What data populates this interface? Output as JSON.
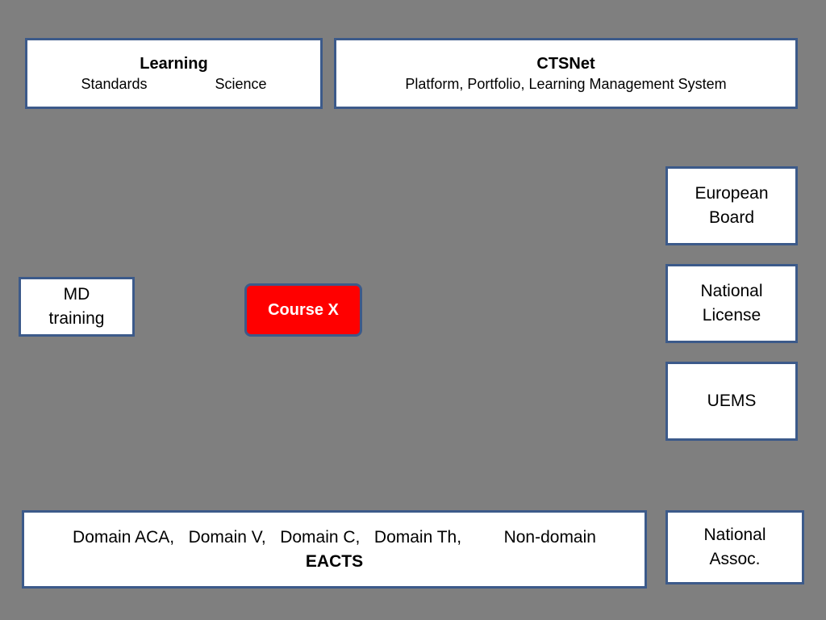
{
  "learning": {
    "title": "Learning",
    "items": [
      "Standards",
      "Science"
    ]
  },
  "ctsnet": {
    "title": "CTSNet",
    "subtitle": "Platform, Portfolio, Learning Management System"
  },
  "right_boxes": {
    "european_board": [
      "European",
      "Board"
    ],
    "national_license": [
      "National",
      "License"
    ],
    "uems": "UEMS",
    "national_assoc": [
      "National",
      "Assoc."
    ]
  },
  "md_training": [
    "MD",
    "training"
  ],
  "course": {
    "label": "Course X",
    "color": "#ff0000"
  },
  "domains": {
    "line": "Domain ACA,   Domain V,   Domain C,   Domain Th,         Non-domain",
    "org": "EACTS"
  },
  "colors": {
    "background": "#7f7f7f",
    "box_border": "#3c5a8a",
    "box_fill": "#ffffff"
  }
}
